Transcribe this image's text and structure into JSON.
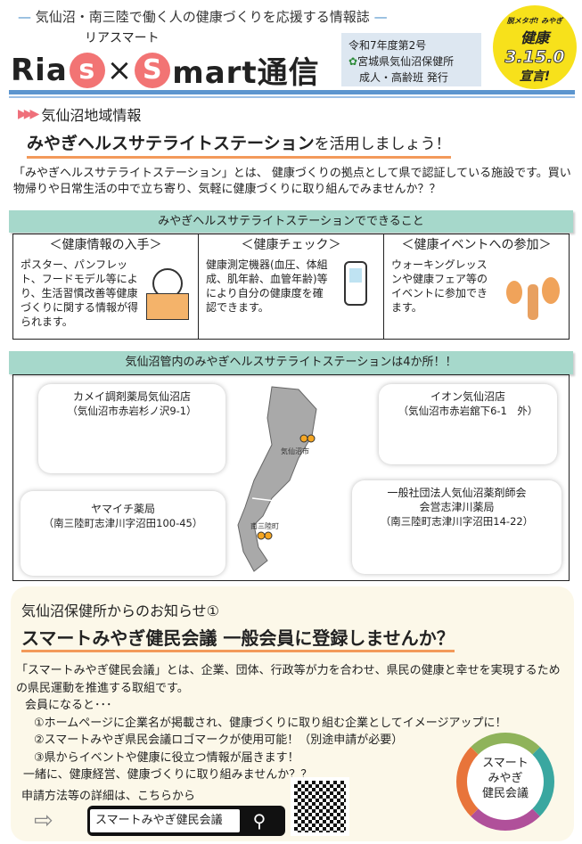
{
  "header": {
    "tagline": "気仙沼・南三陸で働く人の健康づくりを応援する情報誌",
    "tagline_dash": "—",
    "ruby": "リアスマート",
    "logo_pre": "Ria",
    "logo_s1": "s",
    "logo_x": "×",
    "logo_s2": "S",
    "logo_post": "mart通信",
    "issue": "令和7年度第2号",
    "publisher": "宮城県気仙沼保健所",
    "dept": "成人・高齢班 発行",
    "badge": {
      "top": "脱メタボ! みやぎ",
      "main": "健康",
      "num": "3.15.0",
      "sub": "宣言!"
    }
  },
  "section": {
    "label": "気仙沼地域情報",
    "title_bold": "みやぎヘルスサテライトステーション",
    "title_rest": "を活用しましょう！",
    "intro": "「みやぎヘルスサテライトステーション」とは、 健康づくりの拠点として県で認証している施設です。買い物帰りや日常生活の中で立ち寄り、気軽に健康づくりに取り組んでみませんか？？"
  },
  "can_do": {
    "header": "みやぎヘルスサテライトステーションでできること",
    "cols": [
      {
        "title": "＜健康情報の入手＞",
        "text": "ポスター、パンフレット、フードモデル等により、生活習慣改善等健康づくりに関する情報が得られます。"
      },
      {
        "title": "＜健康チェック＞",
        "text": "健康測定機器(血圧、体組成、肌年齢、血管年齢)等により自分の健康度を確認できます。"
      },
      {
        "title": "＜健康イベントへの参加＞",
        "text": "ウォーキングレッスンや健康フェア等のイベントに参加できます。"
      }
    ]
  },
  "stations": {
    "header": "気仙沼管内のみやぎヘルスサテライトステーションは4か所！！",
    "map_labels": [
      "気仙沼市",
      "南三陸町"
    ],
    "items": [
      {
        "name": "カメイ調剤薬局気仙沼店",
        "addr": "（気仙沼市赤岩杉ノ沢9-1）"
      },
      {
        "name": "イオン気仙沼店",
        "addr": "（気仙沼市赤岩舘下6-1　外）"
      },
      {
        "name": "ヤマイチ薬局",
        "addr": "（南三陸町志津川字沼田100-45）"
      },
      {
        "name": "一般社団法人気仙沼薬剤師会\n会営志津川薬局",
        "addr": "（南三陸町志津川字沼田14-22）"
      }
    ]
  },
  "notice": {
    "header": "気仙沼保健所からのお知らせ①",
    "title": "スマートみやぎ健民会議 一般会員に登録しませんか？",
    "lines": [
      "「スマートみやぎ健民会議」とは、企業、団体、行政等が力を合わせ、県民の健康と幸せを実現するための県民運動を推進する取組です。",
      "会員になると･･･",
      "①ホームページに企業名が掲載され、健康づくりに取り組む企業としてイメージアップに！",
      "②スマートみやぎ県民会議ロゴマークが使用可能！（別途申請が必要）",
      "③県からイベントや健康に役立つ情報が届きます！",
      "一緒に、健康経営、健康づくりに取り組みませんか？？"
    ],
    "detail": "申請方法等の詳細は、こちらから",
    "search_value": "スマートみやぎ健民会議",
    "logo_text": "スマート\nみやぎ\n健民会議"
  },
  "colors": {
    "accent_pink": "#f27474",
    "teal": "#a6d8cb",
    "underline": "#f39a5a",
    "cream": "#fcf8e9",
    "blue": "#5b95cf"
  }
}
